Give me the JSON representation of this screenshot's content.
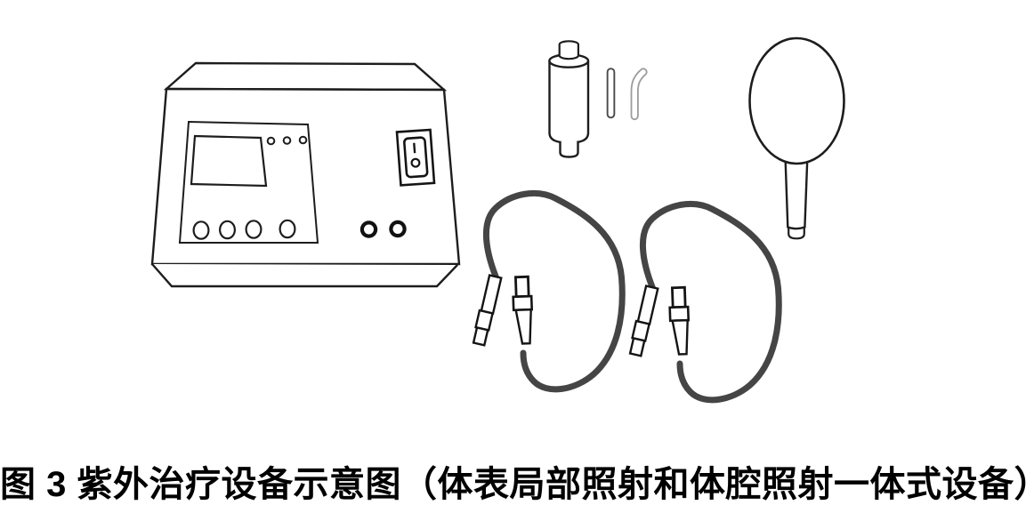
{
  "figure": {
    "caption": "图 3 紫外治疗设备示意图（体表局部照射和体腔照射一体式设备）"
  },
  "diagram": {
    "type": "line-drawing",
    "components": [
      {
        "id": "main-unit",
        "parts": [
          "display-screen",
          "indicator-lights",
          "control-buttons",
          "power-switch",
          "output-sockets"
        ],
        "indicator_light_count": 3,
        "control_button_count": 4,
        "output_socket_count": 2
      },
      {
        "id": "handpiece-cylinder",
        "parts": [
          "top-cap",
          "body",
          "bottom-stub"
        ]
      },
      {
        "id": "cavity-tube-straight"
      },
      {
        "id": "cavity-tube-curved"
      },
      {
        "id": "lamp-head-paddle",
        "parts": [
          "oval-head",
          "handle-stem",
          "connector-stub"
        ]
      },
      {
        "id": "connection-cable",
        "count": 2,
        "connectors_per_cable": 2
      }
    ],
    "power_switch_markings": [
      "I",
      "O"
    ],
    "colors": {
      "outline": "#1d1d1d",
      "cable": "#454545",
      "tube_straight_outline": "#4a4a4a",
      "tube_curved_outline": "#9c9c9c",
      "background": "#ffffff"
    }
  }
}
